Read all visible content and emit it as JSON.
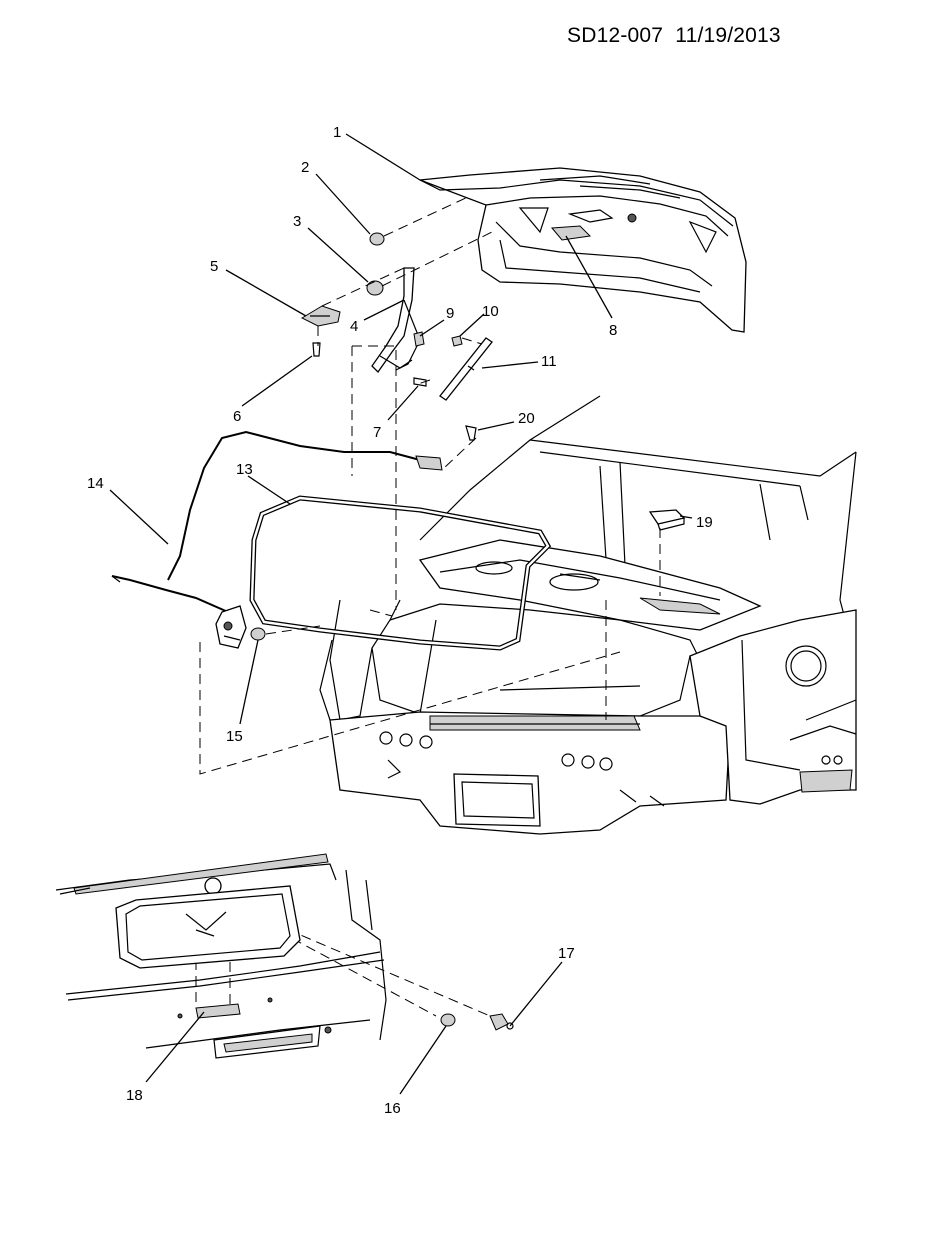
{
  "header": {
    "doc_code": "SD12-007",
    "date": "11/19/2013"
  },
  "callouts": {
    "c1": "1",
    "c2": "2",
    "c3": "3",
    "c4": "4",
    "c5": "5",
    "c6": "6",
    "c7": "7",
    "c8": "8",
    "c9": "9",
    "c10": "10",
    "c11": "11",
    "c13": "13",
    "c14": "14",
    "c15": "15",
    "c16": "16",
    "c17": "17",
    "c18": "18",
    "c19": "19",
    "c20": "20"
  }
}
